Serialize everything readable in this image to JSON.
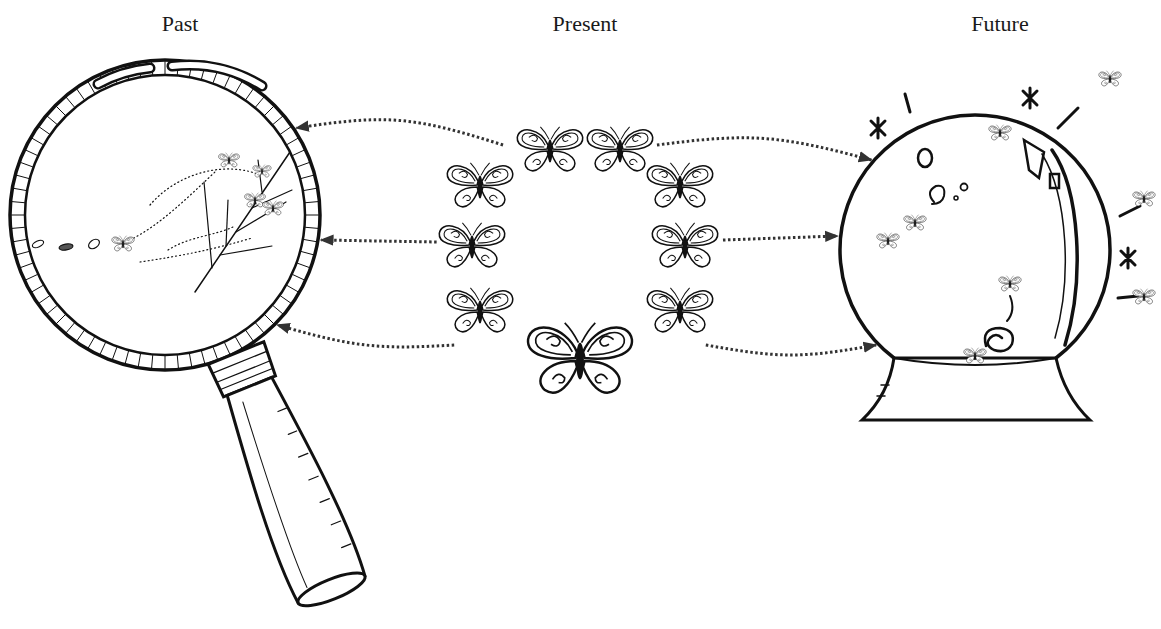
{
  "diagram": {
    "nodes": [
      {
        "text": [
          "Past"
        ]
      },
      {
        "text": [
          "Present"
        ]
      },
      {
        "text": [
          "Future"
        ]
      }
    ],
    "edges": [
      {
        "from": 1,
        "to": 0,
        "arrow": "to"
      },
      {
        "from": 1,
        "to": 0,
        "arrow": "to"
      },
      {
        "from": 1,
        "to": 0,
        "arrow": "to"
      },
      {
        "from": 1,
        "to": 2,
        "arrow": "to"
      },
      {
        "from": 1,
        "to": 2,
        "arrow": "to"
      },
      {
        "from": 1,
        "to": 2,
        "arrow": "to"
      }
    ]
  }
}
